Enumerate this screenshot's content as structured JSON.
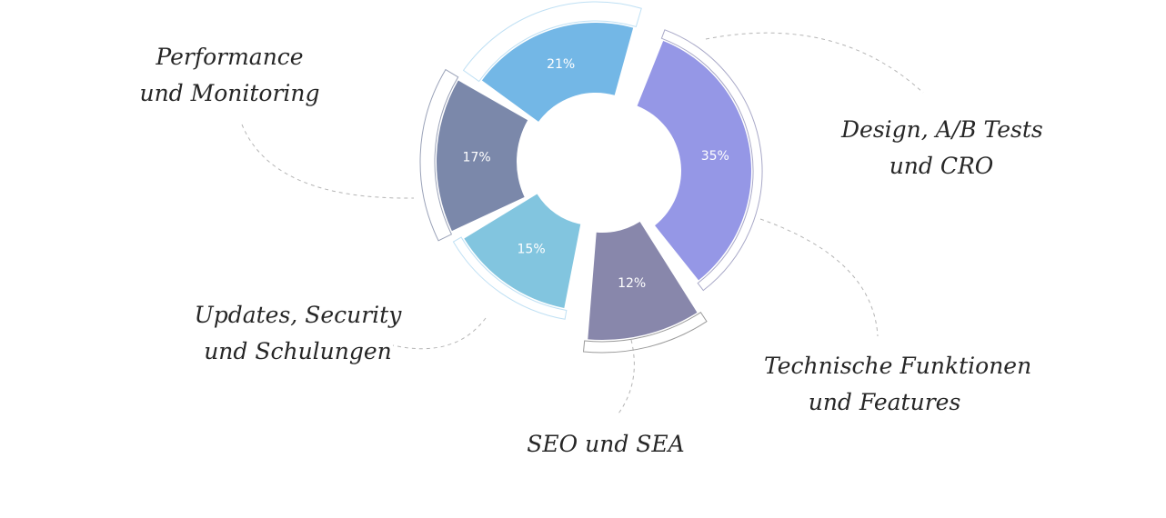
{
  "chart_data": {
    "type": "pie",
    "variant": "donut",
    "slices": [
      {
        "label": [
          "Design, A/B Tests",
          "und CRO"
        ],
        "value": 21,
        "value_label": "21%",
        "color": "#73b7e6"
      },
      {
        "label": [
          "Technische Funktionen",
          "und Features"
        ],
        "value": 35,
        "value_label": "35%",
        "color": "#9597e6"
      },
      {
        "label": [
          "SEO und SEA"
        ],
        "value": 12,
        "value_label": "12%",
        "color": "#8887ab"
      },
      {
        "label": [
          "Updates, Security",
          "und Schulungen"
        ],
        "value": 15,
        "value_label": "15%",
        "color": "#82c5df"
      },
      {
        "label": [
          "Performance",
          "und Monitoring"
        ],
        "value": 17,
        "value_label": "17%",
        "color": "#7b88aa"
      }
    ]
  }
}
